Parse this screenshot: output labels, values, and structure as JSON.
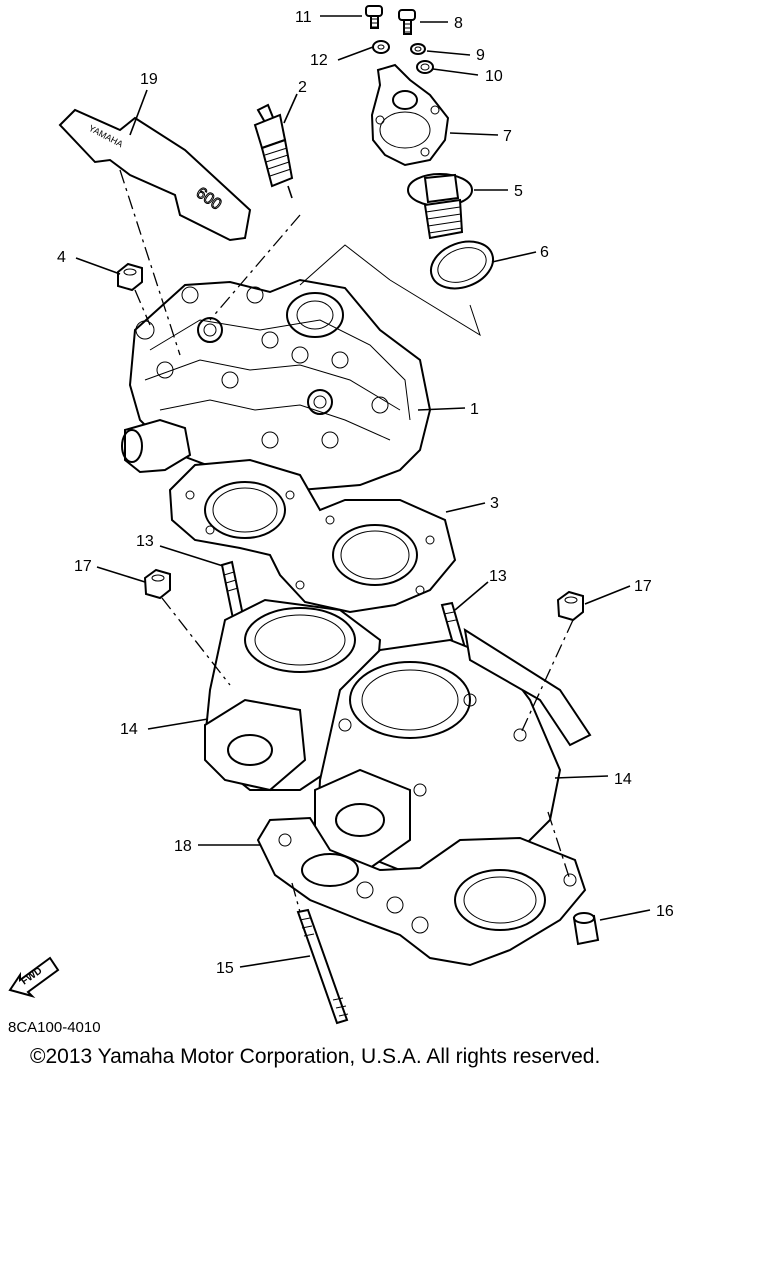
{
  "diagram": {
    "callouts": {
      "c1": "1",
      "c2": "2",
      "c3": "3",
      "c4": "4",
      "c5": "5",
      "c6": "6",
      "c7": "7",
      "c8": "8",
      "c9": "9",
      "c10": "10",
      "c11": "11",
      "c12": "12",
      "c13a": "13",
      "c13b": "13",
      "c14a": "14",
      "c14b": "14",
      "c15": "15",
      "c16": "16",
      "c17a": "17",
      "c17b": "17",
      "c18": "18",
      "c19": "19"
    },
    "fwd_label": "FWD",
    "emblem_brand": "YAMAHA",
    "emblem_number": "600"
  },
  "footer": {
    "code": "8CA100-4010",
    "copyright": "©2013 Yamaha Motor Corporation, U.S.A. All rights reserved."
  }
}
